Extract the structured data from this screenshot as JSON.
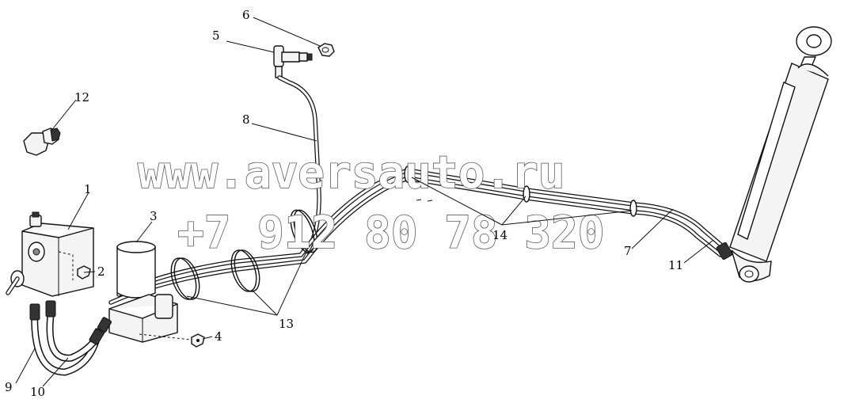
{
  "watermark": {
    "url": "www.aversauto.ru",
    "phone": "+7 912 80 78 320"
  },
  "callouts": [
    "1",
    "2",
    "3",
    "4",
    "5",
    "6",
    "7",
    "8",
    "9",
    "10",
    "11",
    "12",
    "13",
    "14"
  ]
}
